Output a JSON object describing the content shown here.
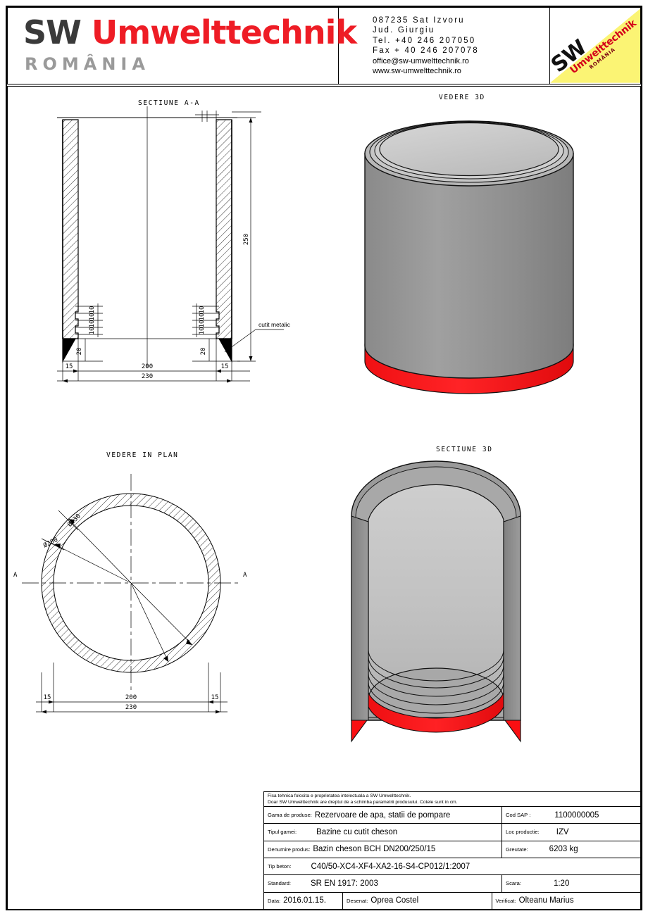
{
  "header": {
    "logo": {
      "sw": "SW",
      "umwelttechnik": "Umwelttechnik",
      "country": "ROMÂNIA"
    },
    "contact": [
      "087235 Sat Izvoru",
      "Jud.  Giurgiu",
      "Tel. +40 246 207050",
      "Fax + 40 246 207078",
      "office@sw-umwelttechnik.ro",
      "www.sw-umwelttechnik.ro"
    ],
    "badge": {
      "sw": "SW",
      "umwelttechnik": "Umwelttechnik",
      "country": "ROMÂNIA"
    }
  },
  "views": {
    "section_aa": {
      "title": "SECTIUNE  A-A",
      "dim_height": "250",
      "dim_inner_width": "200",
      "dim_total_width": "230",
      "dim_wall_left": "15",
      "dim_wall_right": "15",
      "dim_blade": "20",
      "dim_step": "10",
      "annotation": "cutit metalic",
      "steps_left": [
        "10",
        "10",
        "10",
        "10"
      ],
      "steps_right": [
        "10",
        "10",
        "10",
        "10"
      ]
    },
    "view_3d": {
      "title": "VEDERE 3D"
    },
    "plan": {
      "title": "VEDERE IN PLAN",
      "dia_outer": "Ø230",
      "dia_inner": "Ø200",
      "section_mark_left": "A",
      "section_mark_right": "A",
      "dim_inner_width": "200",
      "dim_total_width": "230",
      "dim_wall_left": "15",
      "dim_wall_right": "15"
    },
    "section_3d": {
      "title": "SECTIUNE 3D"
    }
  },
  "titleblock": {
    "note_line1": "Fisa tehnica folosita e proprietatea intelectuala a SW Umwelttechnik.",
    "note_line2": "Doar SW Umwelttechnik are dreptul de a schimba parametrii produsului. Cotele sunt in cm.",
    "rows": [
      {
        "label": "Gama de produse:",
        "value": "Rezervoare de apa, statii de pompare",
        "label2": "Cod SAP :",
        "value2": "1100000005"
      },
      {
        "label": "Tipul gamei:",
        "value": "Bazine cu cutit cheson",
        "label2": "Loc productie:",
        "value2": "IZV"
      },
      {
        "label": "Denumire produs:",
        "value": "Bazin cheson BCH DN200/250/15",
        "label2": "Greutate:",
        "value2": "6203 kg"
      }
    ],
    "beton_label": "Tip beton:",
    "beton_value": "C40/50-XC4-XF4-XA2-16-S4-CP012/1:2007",
    "standard_label": "Standard:",
    "standard_value": "SR EN 1917: 2003",
    "scara_label": "Scara:",
    "scara_value": "1:20",
    "data_label": "Data:",
    "data_value": "2016.01.15.",
    "desenat_label": "Desenat:",
    "desenat_value": "Oprea Costel",
    "verificat_label": "Verificat:",
    "verificat_value": "Olteanu Marius"
  },
  "colors": {
    "red_accent": "#ee1c25",
    "blade_red": "#fa0f12",
    "concrete_gray": "#8c8c8c",
    "light_gray": "#c8c8c8",
    "logo_gray": "#9a9a9a",
    "badge_yellow": "#fbf474"
  }
}
